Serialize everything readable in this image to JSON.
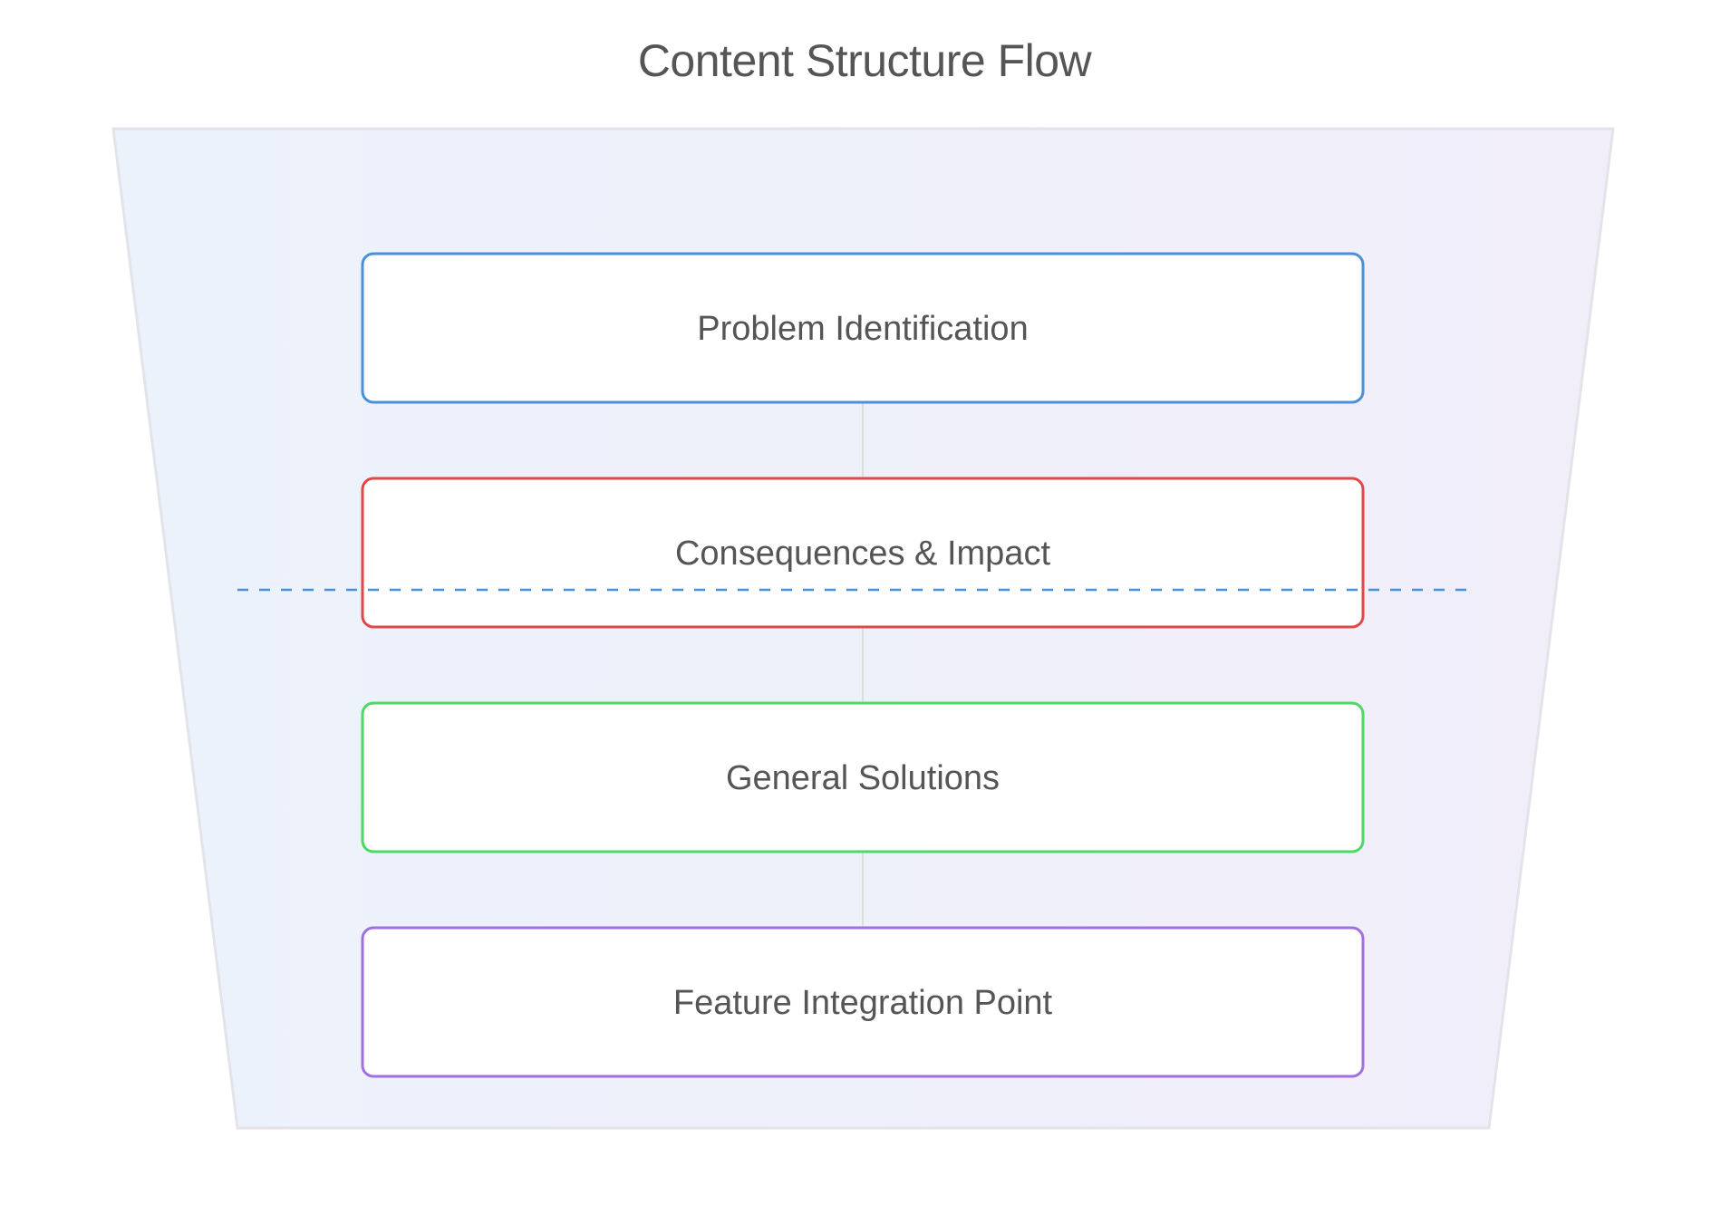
{
  "title": "Content Structure Flow",
  "steps": [
    {
      "label": "Problem Identification",
      "color": "#4a90d9"
    },
    {
      "label": "Consequences & Impact",
      "color": "#e04848"
    },
    {
      "label": "General Solutions",
      "color": "#4cd964"
    },
    {
      "label": "Feature Integration Point",
      "color": "#a36ee0"
    }
  ],
  "colors": {
    "funnel_left": "#ecf2fb",
    "funnel_right": "#f1eefa",
    "funnel_border": "#e3e3ea",
    "connector": "#dedede",
    "divider": "#4a90d9",
    "box_fill": "#ffffff"
  }
}
